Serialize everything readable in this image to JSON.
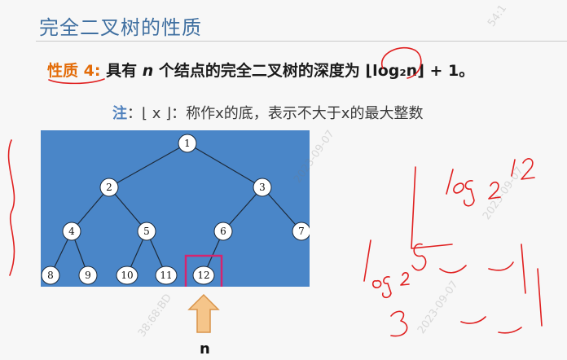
{
  "slide": {
    "title": "完全二叉树的性质",
    "property": {
      "label": "性质 4:",
      "text_before_n": "具有",
      "n": "n",
      "text_after_n": "个结点的完全二叉树的深度为",
      "formula": "⌊log₂n⌋ + 1。"
    },
    "note": {
      "label": "注",
      "text": "：⌊ x ⌋：称作x的底，表示不大于x的最大整数"
    },
    "bottom_label": "n",
    "watermarks": [
      "54:1",
      "2023-09-07",
      "38:68:BD",
      "2023-09-07",
      "2023-09-07"
    ]
  },
  "tree": {
    "nodes": [
      "1",
      "2",
      "3",
      "4",
      "5",
      "6",
      "7",
      "8",
      "9",
      "10",
      "11",
      "12"
    ],
    "highlight_node": "12",
    "highlight_color": "#d6246e",
    "panel_color": "#4a86c8"
  },
  "colors": {
    "title": "#3f6fa0",
    "property_label": "#e36c09",
    "note_label": "#4f81bd",
    "annotation": "#e02020",
    "arrow_fill": "#f5c58a"
  },
  "handwriting": {
    "annotations": [
      "log₂12",
      "log₂8",
      "3"
    ]
  }
}
